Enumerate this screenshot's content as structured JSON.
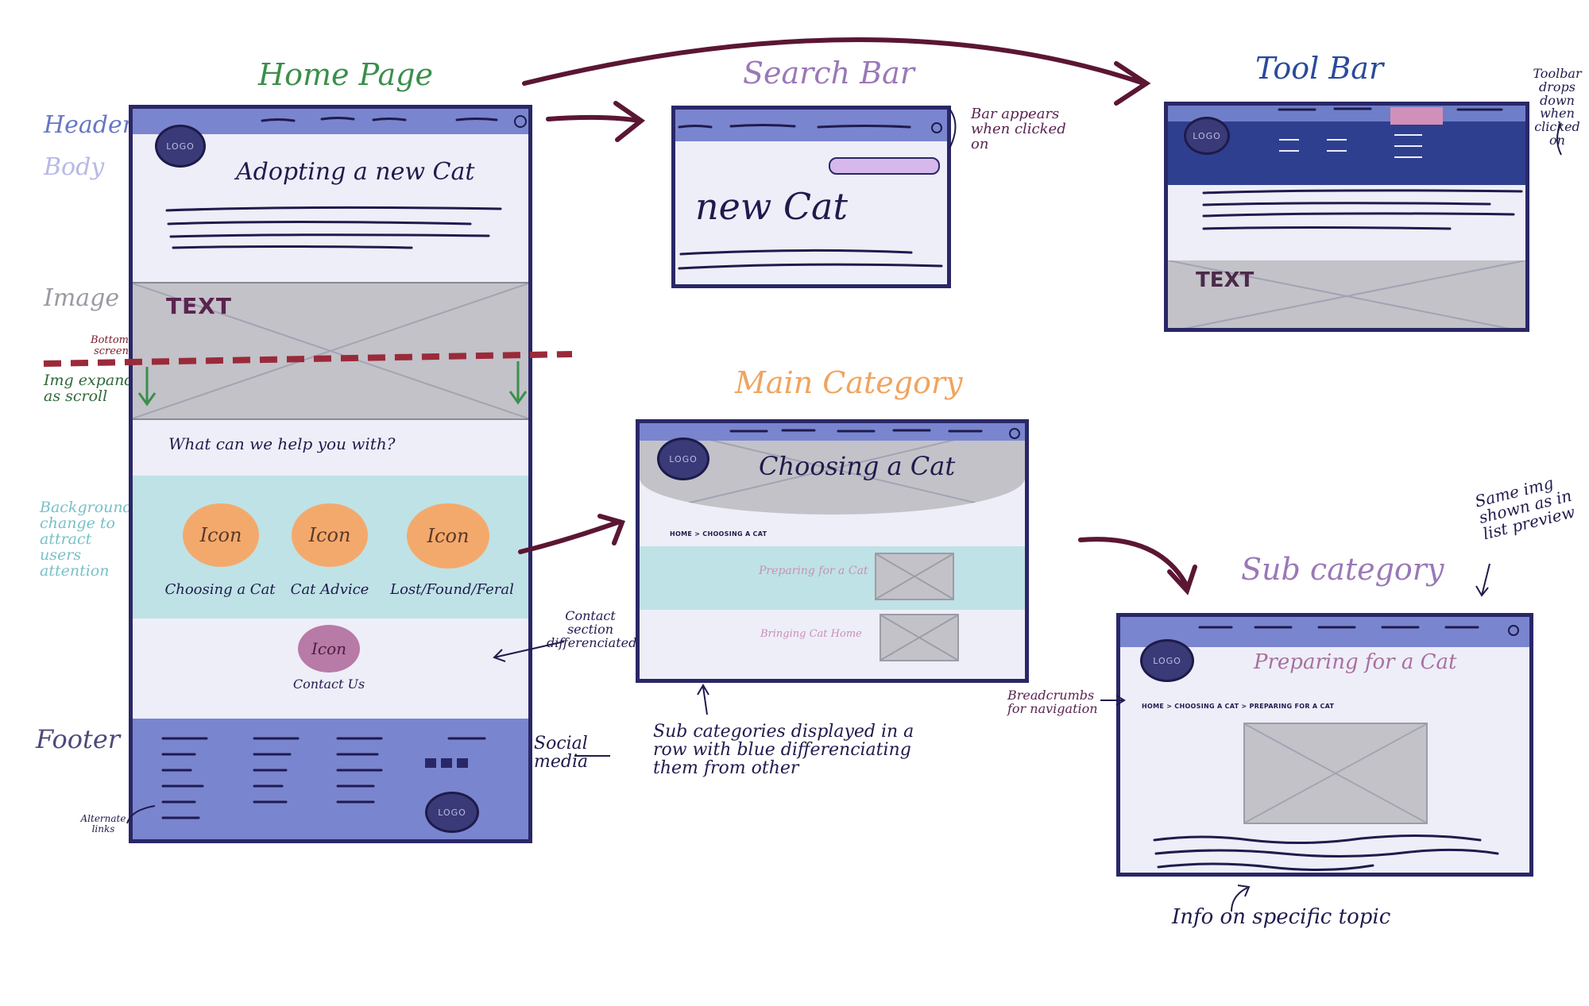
{
  "titles": {
    "home": "Home Page",
    "search": "Search Bar",
    "toolbar": "Tool Bar",
    "main": "Main Category",
    "sub": "Sub category"
  },
  "side_labels": {
    "header": "Header",
    "body": "Body",
    "image": "Image",
    "bottom_screen": "Bottom screen",
    "img_expands": "Img expands as scroll",
    "background_change": "Background change to attract users attention",
    "footer": "Footer",
    "alternate_links": "Alternate links"
  },
  "home": {
    "logo": "LOGO",
    "heading": "Adopting a new Cat",
    "image_text": "TEXT",
    "help_question": "What can we help you with?",
    "icons": [
      {
        "label": "Icon",
        "caption": "Choosing a Cat"
      },
      {
        "label": "Icon",
        "caption": "Cat Advice"
      },
      {
        "label": "Icon",
        "caption": "Lost/Found/Feral"
      }
    ],
    "contact": {
      "label": "Icon",
      "caption": "Contact Us"
    },
    "footer_logo": "LOGO"
  },
  "annotations": {
    "contact_section": "Contact section differenciated",
    "social_media": "Social media",
    "bar_appears": "Bar appears when clicked on",
    "toolbar_drops": "Toolbar drops down when clicked on",
    "subcategories_row": "Sub categories displayed in a row with blue differenciating them from other",
    "same_img": "Same img shown as in list preview",
    "breadcrumbs": "Breadcrumbs for navigation",
    "info_topic": "Info on specific topic"
  },
  "search": {
    "heading": "new Cat"
  },
  "toolbar": {
    "logo": "LOGO",
    "image_text": "TEXT"
  },
  "main": {
    "logo": "LOGO",
    "heading": "Choosing a Cat",
    "breadcrumb": "HOME > CHOOSING A CAT",
    "items": [
      "Preparing for a Cat",
      "Bringing Cat Home"
    ]
  },
  "sub": {
    "logo": "LOGO",
    "heading": "Preparing for a Cat",
    "breadcrumb": "HOME > CHOOSING A CAT > PREPARING FOR A CAT"
  },
  "colors": {
    "ink": "#1f1b4d",
    "header_blue": "#7a85cf",
    "toolbar_blue": "#2f3f8f",
    "body": "#eeeef8",
    "light_blue": "#bfe2e6",
    "icon_orange": "#f4a96c",
    "icon_purple": "#b87aa6",
    "maroon": "#5b1633",
    "green": "#3a8f4a",
    "orange_title": "#f0a45e",
    "purple_title": "#9a78b8"
  }
}
